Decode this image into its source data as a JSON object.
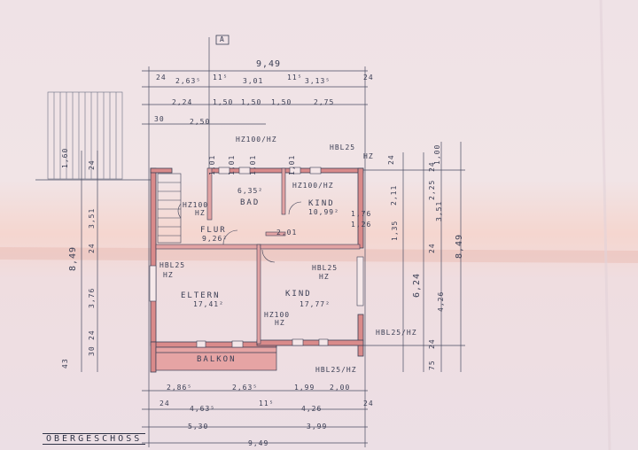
{
  "colors": {
    "paper": "#f0e1e4",
    "ink": "#3b3f55",
    "wall": "#d98a8a"
  },
  "rooms": {
    "flur": {
      "name": "FLUR",
      "area": "9,26²"
    },
    "bad": {
      "name": "BAD",
      "area": "6,35²"
    },
    "kind_top": {
      "name": "KIND",
      "area": "10,99²"
    },
    "eltern": {
      "name": "ELTERN",
      "area": "17,41²"
    },
    "kind_bottom": {
      "name": "KIND",
      "area": "17,77²"
    },
    "balkon": {
      "name": "BALKON"
    }
  },
  "annotations": {
    "hz_top": "HZ100/HZ",
    "hbl_top": "HBL25",
    "hbl_top_sub": "HZ",
    "hz_bad": "HZ100/HZ",
    "hz_flur": "HZ100",
    "hz_flur_sub": "HZ",
    "hbl_left": "HBL25",
    "hbl_left_sub": "HZ",
    "hbl_mid": "HBL25",
    "hbl_mid_sub": "HZ",
    "hz_kind": "HZ100",
    "hz_kind_sub": "HZ",
    "hbl_right": "HBL25/HZ",
    "hbl_bottom": "HBL25/HZ",
    "marker": "A"
  },
  "dimensions": {
    "top_total": "9,49",
    "top_row1": [
      "24",
      "2,63⁵",
      "11⁵",
      "3,01",
      "11⁵",
      "3,13⁵",
      "24"
    ],
    "top_row2": [
      "2,24",
      "1,50",
      "1,50",
      "1,50",
      "2,75"
    ],
    "top_row3": [
      "30",
      "2,50"
    ],
    "left_vert": [
      "1,60",
      "24",
      "3,51",
      "24",
      "3,76",
      "24",
      "30",
      "8,49",
      "43"
    ],
    "right_vert": [
      "24",
      "2,11",
      "2,25",
      "24",
      "3,51",
      "1,00",
      "8,49",
      "24",
      "4,26",
      "6,24",
      "24",
      "1,35",
      "75"
    ],
    "interior": [
      "1,76",
      "1,26",
      "2,01",
      "1,01",
      "1,01",
      "1,01",
      "1,01"
    ],
    "bottom_row1": [
      "2,86⁵",
      "2,63⁵",
      "1,99",
      "2,00"
    ],
    "bottom_row2": [
      "24",
      "4,63⁵",
      "11⁵",
      "4,26",
      "24"
    ],
    "bottom_row3": [
      "5,30",
      "3,99"
    ],
    "bottom_total": "9,49"
  },
  "title": "OBERGESCHOSS"
}
